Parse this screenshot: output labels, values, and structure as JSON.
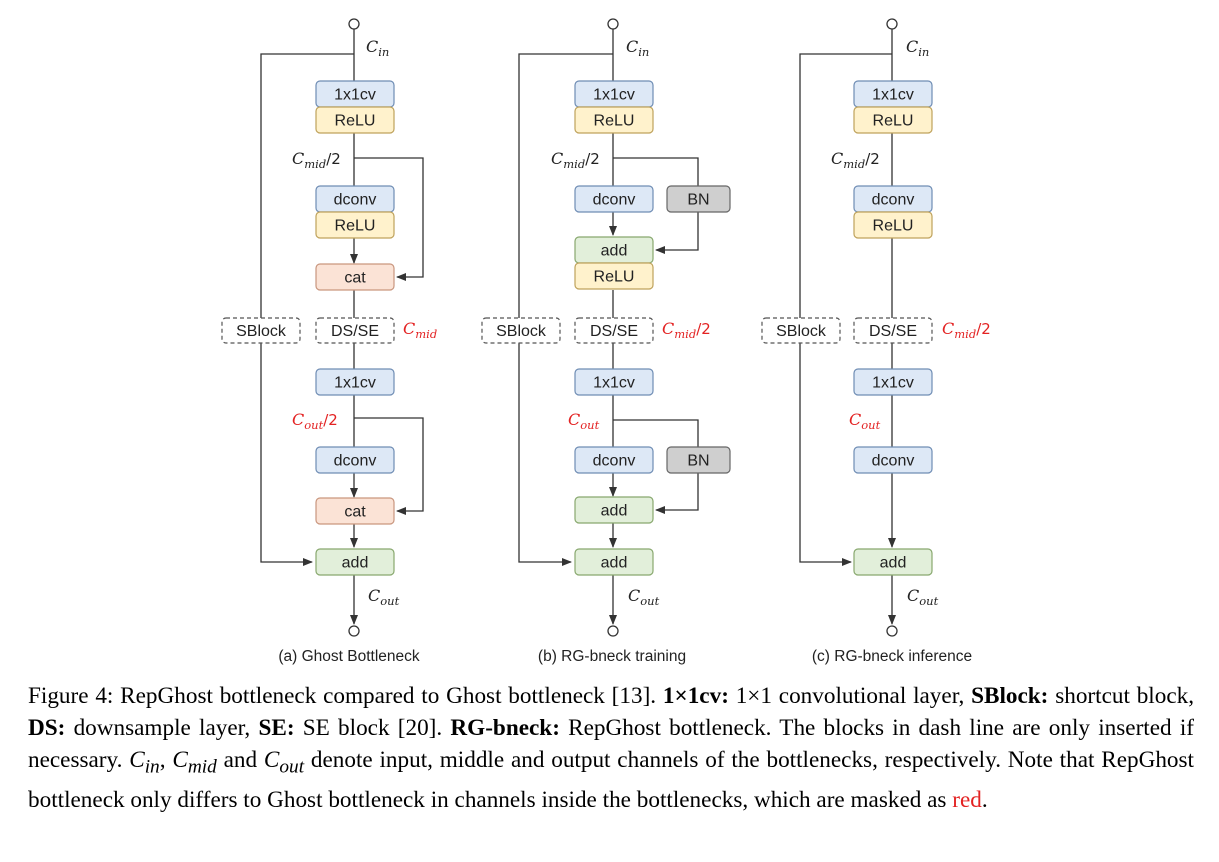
{
  "colors": {
    "conv_fill": "#dde8f6",
    "conv_stroke": "#6f8db4",
    "relu_fill": "#fff2cc",
    "relu_stroke": "#bfa25b",
    "cat_fill": "#fbe3d6",
    "cat_stroke": "#c9967e",
    "add_fill": "#e2efda",
    "add_stroke": "#88a86e",
    "bn_fill": "#cfcfcf",
    "bn_stroke": "#666666",
    "line": "#333333",
    "highlight": "#e32222"
  },
  "blocks": {
    "conv1x1": "1x1cv",
    "relu": "ReLU",
    "dconv": "dconv",
    "cat": "cat",
    "add": "add",
    "bn": "BN",
    "ds_se": "DS/SE",
    "sblock": "SBlock"
  },
  "symbols": {
    "C": "C",
    "in": "in",
    "mid": "mid",
    "out": "out",
    "half": "/2"
  },
  "subfigures": [
    {
      "label": "(a) Ghost Bottleneck"
    },
    {
      "label": "(b) RG-bneck training"
    },
    {
      "label": "(c) RG-bneck inference"
    }
  ],
  "caption": {
    "prefix": "Figure 4: RepGhost bottleneck compared to Ghost bottleneck [13]. ",
    "t1x1": "1×1cv:",
    "d1x1": " 1×1 convolutional layer, ",
    "tsblock": "SBlock:",
    "dsblock": " shortcut block, ",
    "tds": "DS:",
    "dds": " downsample layer, ",
    "tse": "SE:",
    "dse": " SE block [20]. ",
    "trg": "RG-bneck:",
    "drg": " RepGhost bottleneck. The blocks in dash line are only inserted if necessary. ",
    "vars": "C",
    "sub_in": "in",
    "sub_mid": "mid",
    "sub_out": "out",
    "comma": ", ",
    "and": " and ",
    "rest": " denote input, middle and output channels of the bottlenecks, respectively. Note that RepGhost bottleneck only differs to Ghost bottleneck in channels inside the bottlenecks, which are masked as ",
    "red_word": "red",
    "end": "."
  }
}
